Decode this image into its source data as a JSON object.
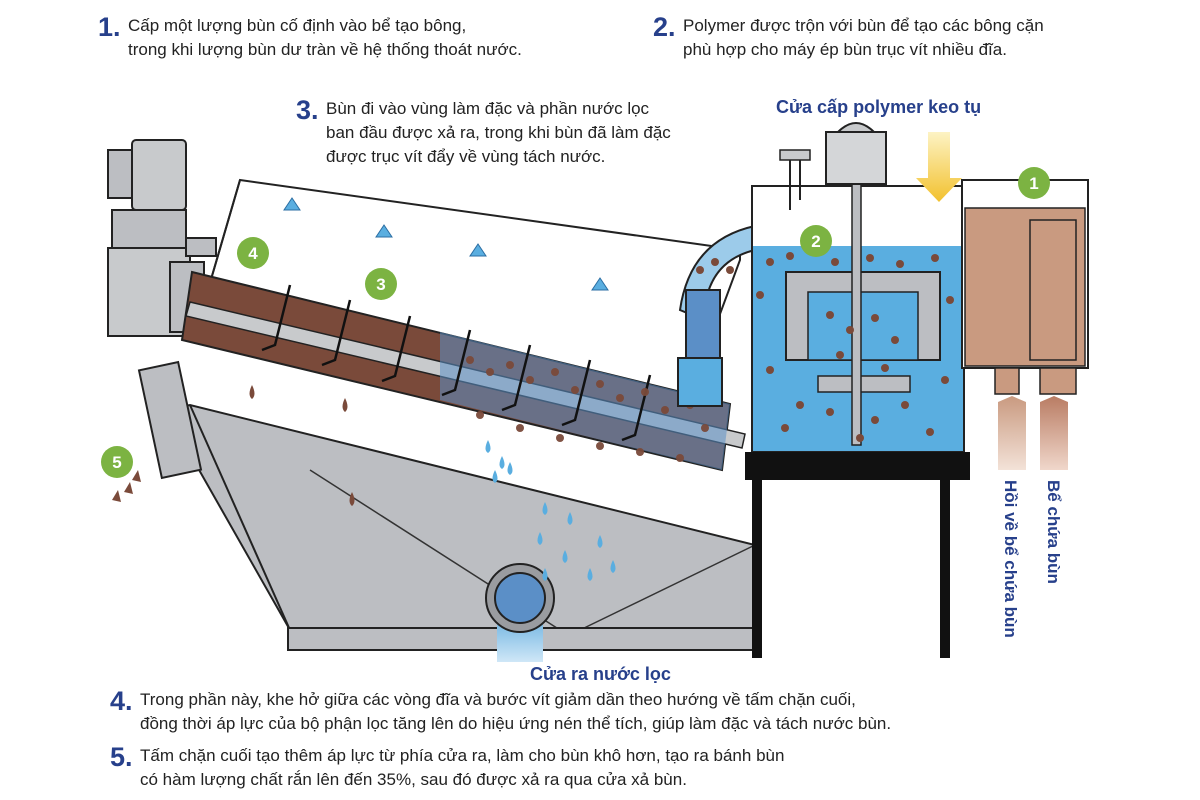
{
  "notes": [
    {
      "num": "1.",
      "lines": [
        "Cấp một lượng bùn cố định vào bể tạo bông,",
        "trong khi lượng bùn dư tràn về hệ thống thoát nước."
      ]
    },
    {
      "num": "2.",
      "lines": [
        "Polymer được trộn với bùn để tạo các bông cặn",
        "phù hợp cho máy ép bùn trục vít nhiều đĩa."
      ]
    },
    {
      "num": "3.",
      "lines": [
        "Bùn đi vào vùng làm đặc và phần nước lọc",
        "ban đầu được xả ra, trong khi bùn đã làm đặc",
        "được trục vít đẩy về vùng tách nước."
      ]
    },
    {
      "num": "4.",
      "lines": [
        "Trong phần này, khe hở giữa các vòng đĩa và bước vít giảm dần theo hướng về tấm chặn cuối,",
        "đồng thời áp lực của bộ phận lọc tăng lên do hiệu ứng nén thể tích, giúp làm đặc và tách nước bùn."
      ]
    },
    {
      "num": "5.",
      "lines": [
        "Tấm chặn cuối tạo thêm áp lực từ phía cửa ra, làm cho bùn khô hơn, tạo ra bánh bùn",
        "có hàm lượng chất rắn lên đến 35%, sau đó được xả ra qua cửa xả bùn."
      ]
    }
  ],
  "labels": {
    "polymer_inlet": "Cửa cấp polymer keo tụ",
    "filtrate_outlet": "Cửa ra nước lọc",
    "return_to_tank": "Hồi về bể chứa bùn",
    "sludge_tank": "Bể chứa bùn"
  },
  "badges": [
    "1",
    "2",
    "3",
    "4",
    "5"
  ],
  "colors": {
    "heading_blue": "#27408b",
    "badge_green": "#7cb342",
    "water_blue": "#5aaee0",
    "sludge_brown": "#7a4a3a",
    "tank_tan": "#c99a80",
    "steel_gray": "#bcbec2",
    "polymer_yellow": "#f2c12e"
  }
}
